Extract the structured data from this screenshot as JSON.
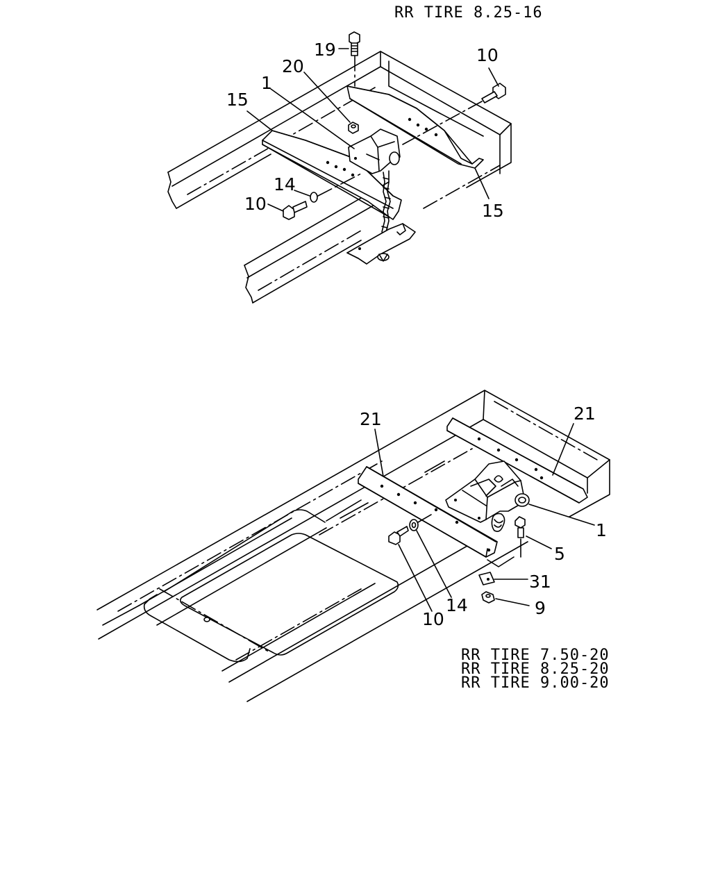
{
  "captions": {
    "top": "RR TIRE 8.25-16",
    "bottom": [
      "RR TIRE 7.50-20",
      "RR TIRE 8.25-20",
      "RR TIRE 9.00-20"
    ]
  },
  "callouts": {
    "top": {
      "c19": "19",
      "c20": "20",
      "c10a": "10",
      "c1": "1",
      "c15a": "15",
      "c14": "14",
      "c10b": "10",
      "c15b": "15"
    },
    "bottom": {
      "c21a": "21",
      "c21b": "21",
      "c1": "1",
      "c5": "5",
      "c31": "31",
      "c9": "9",
      "c14": "14",
      "c10": "10"
    }
  }
}
